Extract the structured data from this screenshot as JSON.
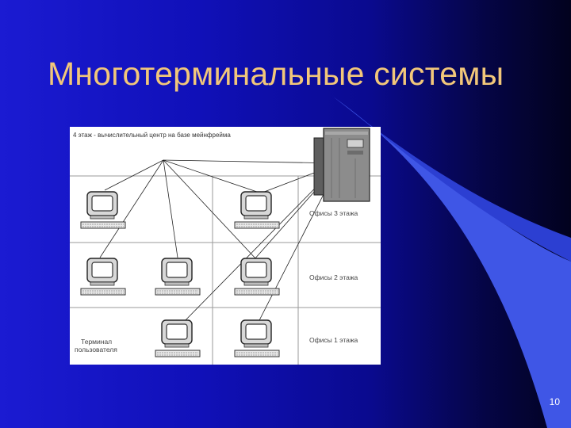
{
  "slide": {
    "title": "Многотерминальные системы",
    "page_number": "10"
  },
  "diagram": {
    "header": "4 этаж - вычислительный центр на базе мейнфрейма",
    "floor_labels": [
      "Офисы 3 этажа",
      "Офисы 2 этажа",
      "Офисы 1 этажа"
    ],
    "terminal_label_line1": "Терминал",
    "terminal_label_line2": "пользователя"
  },
  "colors": {
    "background": "#1414c8",
    "swoosh": "#3a52e0",
    "title": "#f2c77a",
    "mainframe": "#8c8c8c"
  }
}
